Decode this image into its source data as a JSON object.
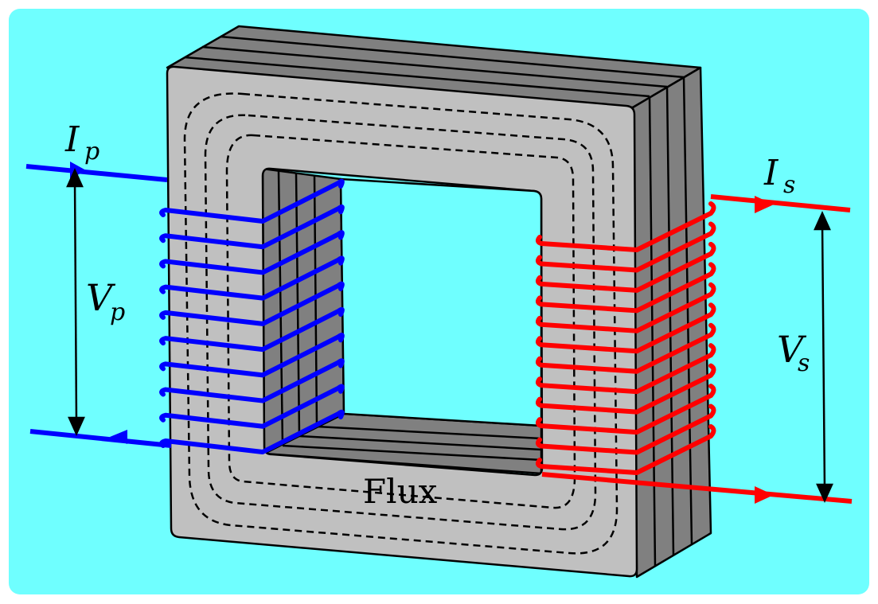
{
  "labels": {
    "primary_current": {
      "symbol": "I",
      "subscript": "p"
    },
    "primary_voltage": {
      "symbol": "V",
      "subscript": "p"
    },
    "secondary_current": {
      "symbol": "I",
      "subscript": "s"
    },
    "secondary_voltage": {
      "symbol": "V",
      "subscript": "s"
    },
    "flux": "Flux"
  },
  "colors": {
    "background": "#6fffff",
    "core_face": "#c0c0c0",
    "core_side": "#808080",
    "primary_winding": "#0000ff",
    "secondary_winding": "#ff0000",
    "outline": "#000000"
  },
  "windings": {
    "primary_turns": 10,
    "secondary_turns": 12
  }
}
